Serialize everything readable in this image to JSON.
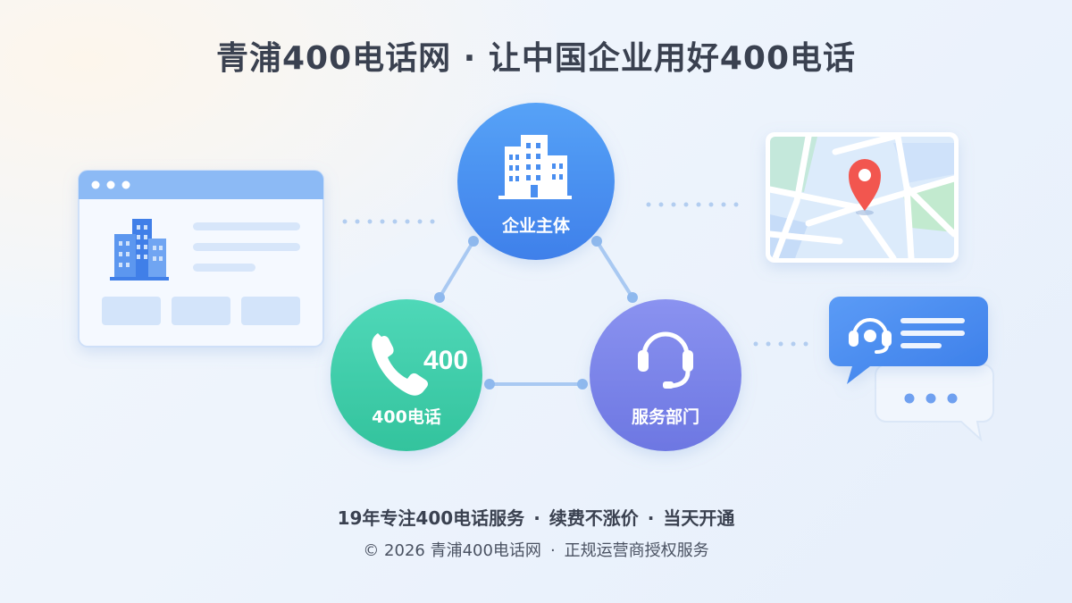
{
  "header": {
    "title": "青浦400电话网 · 让中国企业用好400电话"
  },
  "nodes": {
    "enterprise": {
      "label": "企业主体"
    },
    "phone": {
      "label": "400电话",
      "icon_text": "400"
    },
    "service": {
      "label": "服务部门"
    }
  },
  "footer": {
    "line1": {
      "part1": "19年专注400电话服务",
      "part2": "续费不涨价",
      "part3": "当天开通",
      "separator": "·"
    },
    "line2": {
      "copyright": "© 2026 青浦400电话网",
      "tagline": "正规运营商授权服务",
      "separator": "·"
    }
  },
  "colors": {
    "enterprise": "#4a8ef0",
    "phone": "#3cccaa",
    "service": "#7a82ea",
    "connector": "#a9c9f2",
    "title": "#3a4150"
  }
}
